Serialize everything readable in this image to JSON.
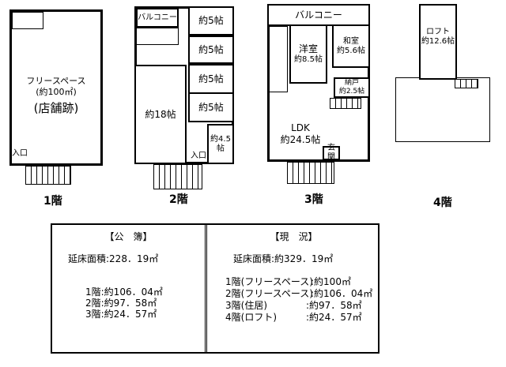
{
  "floors": [
    {
      "label": "1階",
      "rooms": {
        "main": "フリースペース",
        "area": "(約100㎡)",
        "note": "(店舗跡)",
        "entrance": "入口"
      }
    },
    {
      "label": "2階",
      "rooms": {
        "balcony": "バルコニー",
        "r1": "約5帖",
        "r2": "約5帖",
        "r3": "約5帖",
        "r4": "約5帖",
        "big": "約18帖",
        "small": "約4.5帖",
        "entrance": "入口"
      }
    },
    {
      "label": "3階",
      "rooms": {
        "balcony": "バルコニー",
        "western_name": "洋室",
        "western_area": "約8.5帖",
        "japanese_name": "和室",
        "japanese_area": "約5.6帖",
        "storage_name": "納戸",
        "storage_area": "約2.5帖",
        "ldk_name": "LDK",
        "ldk_area": "約24.5帖",
        "genkan": "玄関"
      }
    },
    {
      "label": "4階",
      "rooms": {
        "loft_name": "ロフト",
        "loft_area": "約12.6帖"
      }
    }
  ],
  "table": {
    "registry": {
      "header": "【公　簿】",
      "total": "延床面積:228．19㎡",
      "lines": [
        "1階:約106．04㎡",
        "2階:約97．58㎡",
        "3階:約24．57㎡"
      ]
    },
    "current": {
      "header": "【現　況】",
      "total": "延床面積:約329．19㎡",
      "lines": [
        {
          "name": "1階(フリースペース)",
          "value": ":約100㎡"
        },
        {
          "name": "2階(フリースペース)",
          "value": ":約106．04㎡"
        },
        {
          "name": "3階(住居)",
          "value": ":約97．58㎡"
        },
        {
          "name": "4階(ロフト)",
          "value": ":約24．57㎡"
        }
      ]
    }
  }
}
